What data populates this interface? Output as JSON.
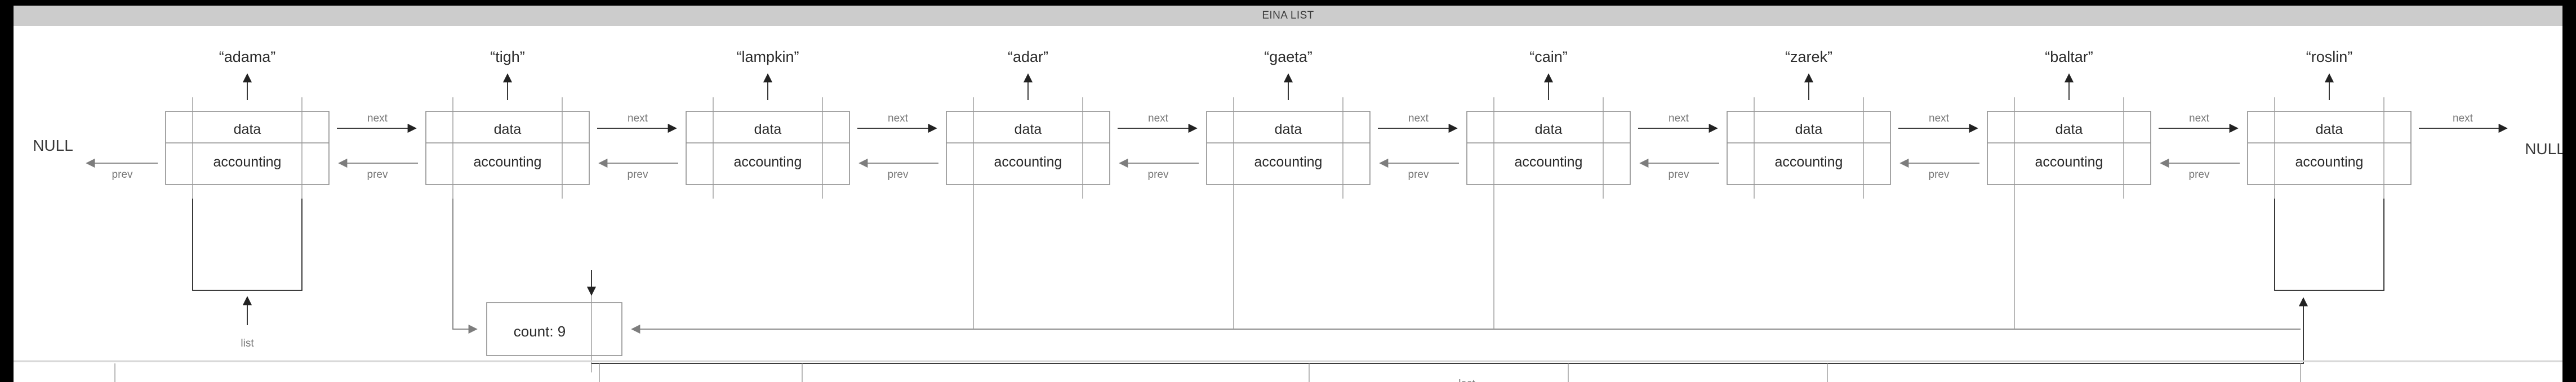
{
  "window": {
    "title": "EINA LIST",
    "title_bg": "#cccccc",
    "page_bg": "#000000",
    "sheet_bg": "#ffffff"
  },
  "diagram": {
    "type": "doubly-linked-list",
    "node_field_top": "data",
    "node_field_bottom": "accounting",
    "next_label": "next",
    "prev_label": "prev",
    "null_left": "NULL",
    "null_right": "NULL",
    "list_pointer_label": "list",
    "last_pointer_label": "last",
    "count_label": "count: 9",
    "count_value": 9,
    "nodes": [
      {
        "key": "“adama”"
      },
      {
        "key": "“tigh”"
      },
      {
        "key": "“lampkin”"
      },
      {
        "key": "“adar”"
      },
      {
        "key": "“gaeta”"
      },
      {
        "key": "“cain”"
      },
      {
        "key": "“zarek”"
      },
      {
        "key": "“baltar”"
      },
      {
        "key": "“roslin”"
      }
    ],
    "colors": {
      "node_stroke": "#8d8d8d",
      "next_arrow": "#222222",
      "prev_arrow": "#7d7d7d",
      "label_gray": "#777777",
      "text_dark": "#2b2b2b"
    }
  }
}
